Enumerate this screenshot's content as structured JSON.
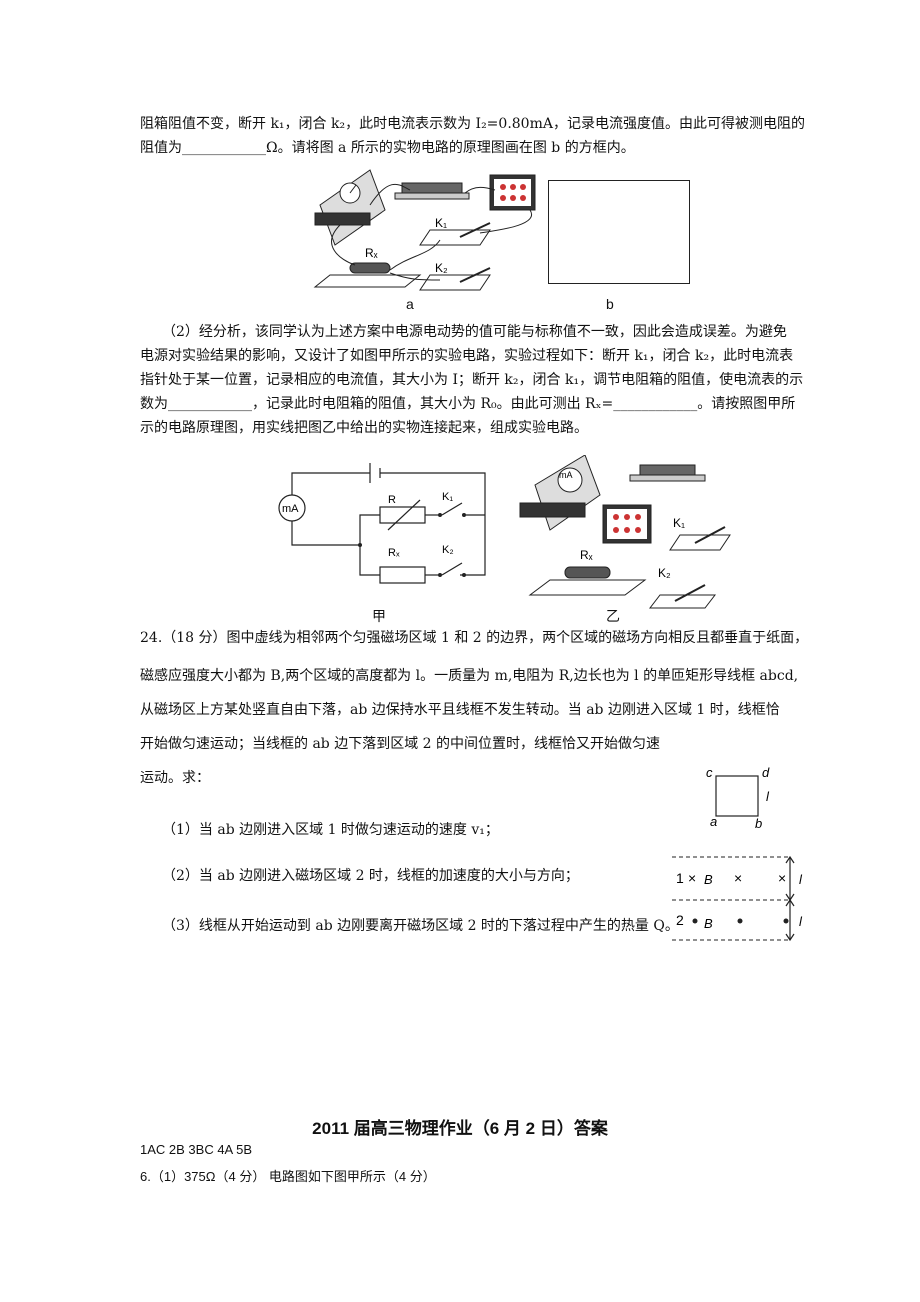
{
  "p1": {
    "line1": "阻箱阻值不变，断开 k₁，闭合 k₂，此时电流表示数为 I₂=0.80mA，记录电流强度值。由此可得被测电阻的",
    "line2": "阻值为____________Ω。请将图 a 所示的实物电路的原理图画在图 b 的方框内。"
  },
  "fig_ab": {
    "label_a": "a",
    "label_b": "b",
    "k1": "K₁",
    "k2": "K₂",
    "rx": "Rₓ"
  },
  "p2": {
    "line1": "（2）经分析，该同学认为上述方案中电源电动势的值可能与标称值不一致，因此会造成误差。为避免",
    "line2": "电源对实验结果的影响，又设计了如图甲所示的实验电路，实验过程如下：断开 k₁，闭合 k₂，此时电流表",
    "line3": "指针处于某一位置，记录相应的电流值，其大小为 I；断开 k₂，闭合 k₁，调节电阻箱的阻值，使电流表的示",
    "line4": "数为____________，记录此时电阻箱的阻值，其大小为 R₀。由此可测出 Rₓ=____________。请按照图甲所",
    "line5": "示的电路原理图，用实线把图乙中给出的实物连接起来，组成实验电路。"
  },
  "fig_jia": {
    "meter": "mA",
    "r": "R",
    "rx": "Rₓ",
    "k1": "K₁",
    "k2": "K₂",
    "caption": "甲"
  },
  "fig_yi": {
    "meter": "mA",
    "rx": "Rₓ",
    "k1": "K₁",
    "k2": "K₂",
    "caption": "乙"
  },
  "q24": {
    "line1": "24.（18 分）图中虚线为相邻两个匀强磁场区域 1 和 2 的边界，两个区域的磁场方向相反且都垂直于纸面，",
    "line2": "磁感应强度大小都为 B,两个区域的高度都为 l。一质量为 m,电阻为 R,边长也为 l 的单匝矩形导线框 abcd,",
    "line3": "从磁场区上方某处竖直自由下落，ab 边保持水平且线框不发生转动。当 ab 边刚进入区域 1 时，线框恰",
    "line4": "开始做匀速运动；当线框的 ab 边下落到区域 2 的中间位置时，线框恰又开始做匀速",
    "line5": "运动。求：",
    "sub1": "（1）当 ab 边刚进入区域 1 时做匀速运动的速度 v₁；",
    "sub2": "（2）当 ab 边刚进入磁场区域 2 时，线框的加速度的大小与方向；",
    "sub3": "（3）线框从开始运动到 ab 边刚要离开磁场区域 2 时的下落过程中产生的热量 Q。"
  },
  "fig_frame": {
    "c": "c",
    "d": "d",
    "a": "a",
    "b": "b",
    "l": "l"
  },
  "fig_field": {
    "zone1": "1",
    "zone2": "2",
    "B1": "B",
    "B2": "B",
    "l1": "l",
    "l2": "l"
  },
  "answer": {
    "title": "2011 届高三物理作业（6 月 2 日）答案",
    "row1": "1AC        2B        3BC      4A      5B",
    "row2": "6.（1）375Ω（4 分）    电路图如下图甲所示（4 分）"
  }
}
